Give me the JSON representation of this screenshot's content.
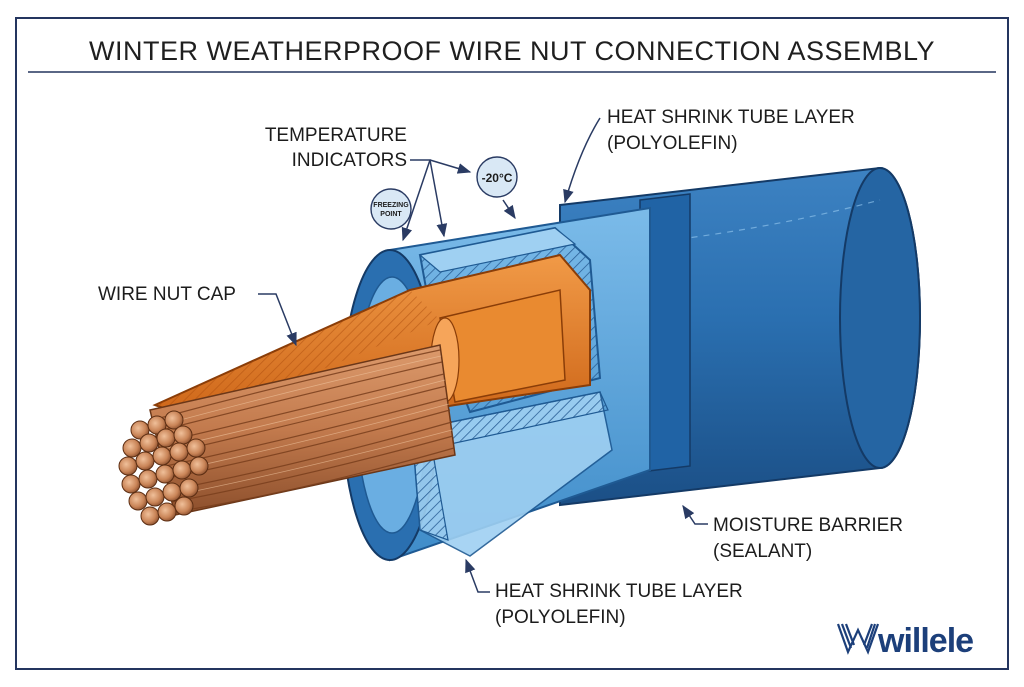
{
  "title": "WINTER WEATHERPROOF WIRE NUT CONNECTION ASSEMBLY",
  "labels": {
    "heat_shrink_top": {
      "line1": "HEAT SHRINK TUBE LAYER",
      "line2": "(POLYOLEFIN)"
    },
    "temperature_indicators": {
      "line1": "TEMPERATURE",
      "line2": "INDICATORS"
    },
    "wire_nut_cap": "WIRE NUT CAP",
    "moisture_barrier": {
      "line1": "MOISTURE BARRIER",
      "line2": "(SEALANT)"
    },
    "heat_shrink_bottom": {
      "line1": "HEAT SHRINK TUBE LAYER",
      "line2": "(POLYOLEFIN)"
    }
  },
  "badges": {
    "freezing": {
      "line1": "FREEZING",
      "line2": "POINT"
    },
    "minus20": "-20°C"
  },
  "logo": "willele",
  "colors": {
    "outer_tube": "#2a6fb0",
    "outer_tube_dark": "#1b4f86",
    "inner_layer": "#5fa8e0",
    "nut_cap": "#e87b22",
    "copper": "#c5835a",
    "frame": "#24355f",
    "logo": "#1c3f7a"
  }
}
